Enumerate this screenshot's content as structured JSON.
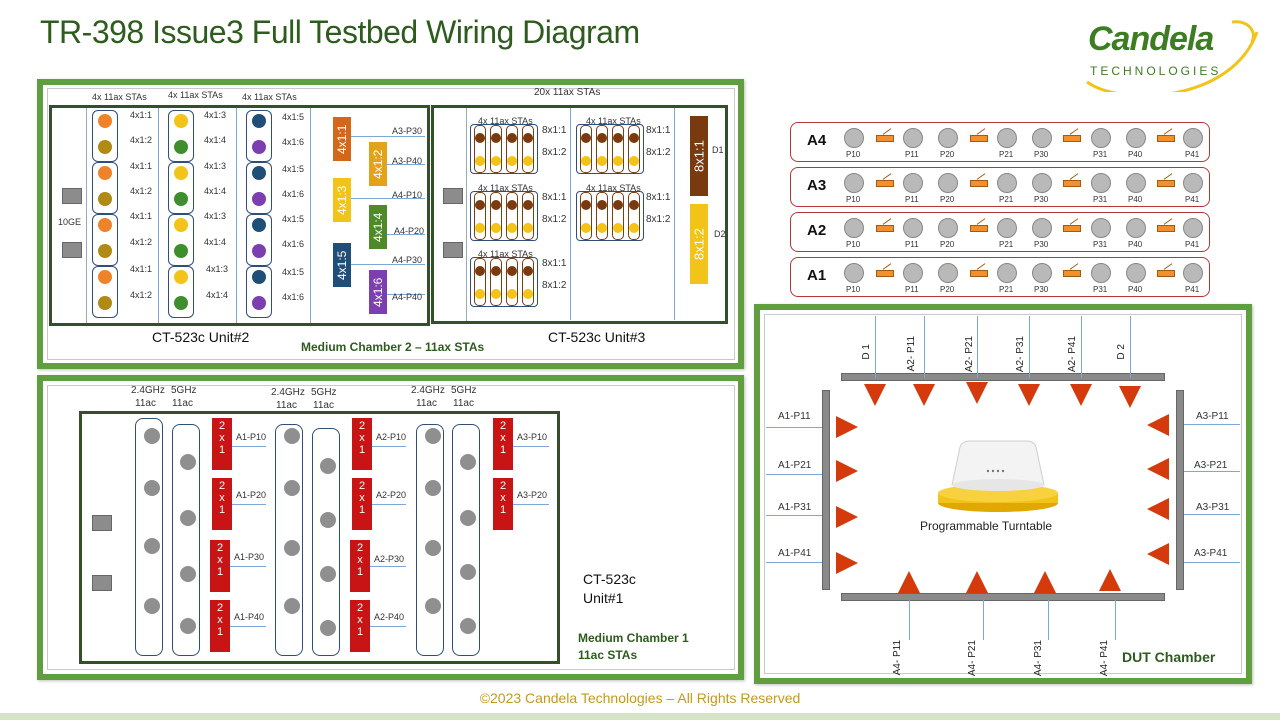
{
  "title": "TR-398 Issue3 Full Testbed Wiring Diagram",
  "logo": {
    "word": "Candela",
    "sub": "TECHNOLOGIES"
  },
  "chamber2": {
    "label": "Medium Chamber 2 – 11ax STAs",
    "unit2_caption": "CT-523c Unit#2",
    "unit3_caption": "CT-523c Unit#3",
    "port_label": "10GE",
    "col_headers": [
      "4x 11ax STAs",
      "4x 11ax STAs",
      "4x 11ax STAs"
    ],
    "col1_labels": [
      "4x1:1",
      "4x1:2",
      "4x1:1",
      "4x1:2",
      "4x1:1",
      "4x1:2",
      "4x1:1",
      "4x1:2"
    ],
    "col2_labels": [
      "4x1:3",
      "4x1:4",
      "4x1:3",
      "4x1:4",
      "4x1:3",
      "4x1:4",
      "4x1:3",
      "4x1:4"
    ],
    "col3_labels": [
      "4x1:5",
      "4x1:6",
      "4x1:5",
      "4x1:6",
      "4x1:5",
      "4x1:6",
      "4x1:5",
      "4x1:6"
    ],
    "splitters": [
      "4x1:1",
      "4x1:2",
      "4x1:3",
      "4x1:4",
      "4x1:5",
      "4x1:6"
    ],
    "splitter_outputs": [
      "A3-P30",
      "A3-P40",
      "A4-P10",
      "A4-P20",
      "A4-P30",
      "A4-P40"
    ],
    "unit3_header": "20x 11ax STAs",
    "unit3_group_header": "4x 11ax STAs",
    "unit3_labels": [
      "8x1:1",
      "8x1:2"
    ],
    "unit3_splitters": [
      "8x1:1",
      "8x1:2"
    ],
    "unit3_outputs": [
      "D1",
      "D2"
    ]
  },
  "chamber1": {
    "label_line1": "Medium Chamber 1",
    "label_line2": "11ac STAs",
    "unit_caption_line1": "CT-523c",
    "unit_caption_line2": "Unit#1",
    "band_headers": [
      "2.4GHz",
      "5GHz"
    ],
    "mode_headers": [
      "11ac",
      "11ac"
    ],
    "combiner": [
      "2",
      "x",
      "1"
    ],
    "outputs": [
      [
        "A1-P10",
        "A1-P20",
        "A1-P30",
        "A1-P40"
      ],
      [
        "A2-P10",
        "A2-P20",
        "A2-P30",
        "A2-P40"
      ],
      [
        "A3-P10",
        "A3-P20"
      ]
    ]
  },
  "attenuators": {
    "rows": [
      "A4",
      "A3",
      "A2",
      "A1"
    ],
    "ports": [
      "P10",
      "P11",
      "P20",
      "P21",
      "P30",
      "P31",
      "P40",
      "P41"
    ]
  },
  "dut": {
    "label": "DUT Chamber",
    "turntable": "Programmable Turntable",
    "top_labels": [
      "D 1",
      "A2- P11",
      "A2- P21",
      "A2- P31",
      "A2- P41",
      "D 2"
    ],
    "bottom_labels": [
      "A4- P11",
      "A4- P21",
      "A4- P31",
      "A4- P41"
    ],
    "left_labels": [
      "A1-P11",
      "A1-P21",
      "A1-P31",
      "A1-P41"
    ],
    "right_labels": [
      "A3-P11",
      "A3-P21",
      "A3-P31",
      "A3-P41"
    ]
  },
  "footer": "©2023 Candela Technologies – All Rights Reserved",
  "colors": {
    "panel_border": "#5f9f3f",
    "orange": "#f0832a",
    "yellow": "#f2c318",
    "green": "#3e8e2e",
    "navy": "#1f4e79",
    "purple": "#7b3fb0",
    "brown": "#7a3a10",
    "red": "#c81414"
  }
}
